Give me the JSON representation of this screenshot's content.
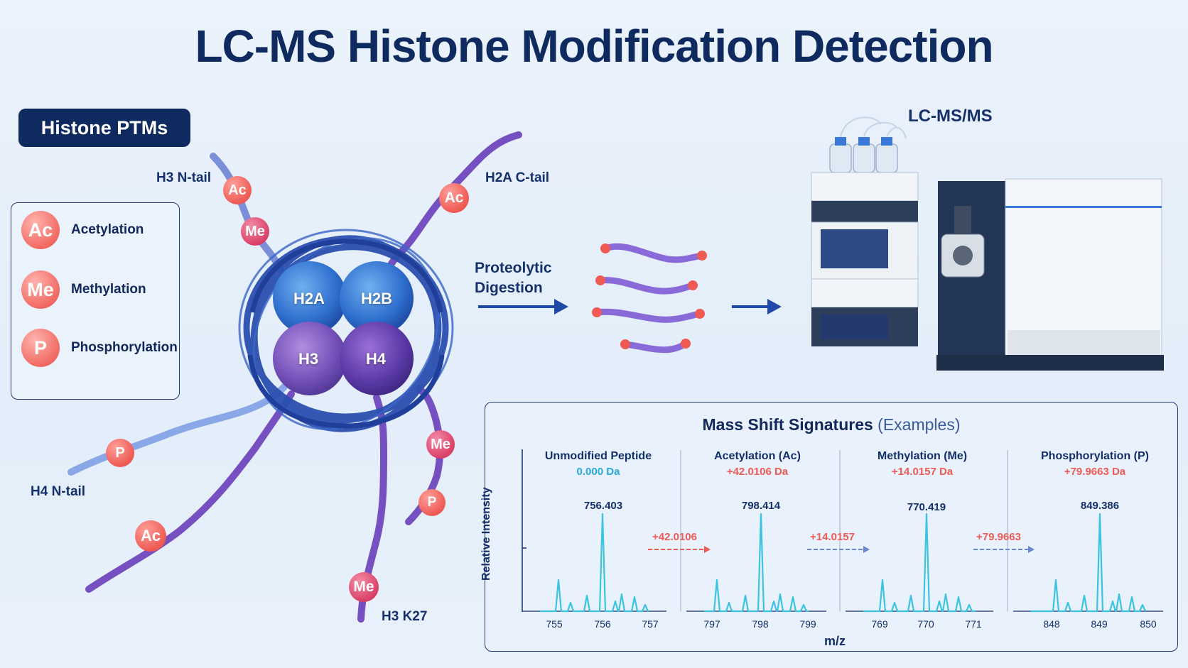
{
  "title": "LC-MS Histone Modification Detection",
  "ptm_badge": "Histone PTMs",
  "legend": [
    {
      "symbol": "Ac",
      "label": "Acetylation"
    },
    {
      "symbol": "Me",
      "label": "Methylation"
    },
    {
      "symbol": "P",
      "label": "Phosphorylation"
    }
  ],
  "nucleosome": {
    "histones": [
      "H2A",
      "H2B",
      "H3",
      "H4"
    ],
    "tails": {
      "h3_n": "H3 N-tail",
      "h2a_c": "H2A C-tail",
      "h4_n": "H4 N-tail",
      "h3_k27": "H3 K27"
    },
    "marks": [
      "Ac",
      "Me",
      "Ac",
      "P",
      "Ac",
      "Me",
      "P",
      "Me"
    ]
  },
  "digestion": {
    "line1": "Proteolytic",
    "line2": "Digestion"
  },
  "instrument": {
    "label": "LC-MS/MS"
  },
  "mass_shift_panel": {
    "title": "Mass Shift Signatures",
    "subtitle": "(Examples)",
    "y_axis": "Relative Intensity",
    "x_axis": "m/z",
    "spectra": [
      {
        "name": "Unmodified Peptide",
        "shift": "0.000 Da",
        "peak": "756.403",
        "ticks": [
          "755",
          "756",
          "757"
        ]
      },
      {
        "name": "Acetylation (Ac)",
        "shift": "+42.0106 Da",
        "peak": "798.414",
        "ticks": [
          "797",
          "798",
          "799"
        ]
      },
      {
        "name": "Methylation (Me)",
        "shift": "+14.0157 Da",
        "peak": "770.419",
        "ticks": [
          "769",
          "770",
          "771"
        ]
      },
      {
        "name": "Phosphorylation (P)",
        "shift": "+79.9663 Da",
        "peak": "849.386",
        "ticks": [
          "848",
          "849",
          "850"
        ]
      }
    ],
    "arrows": [
      "+42.0106",
      "+14.0157",
      "+79.9663"
    ]
  },
  "colors": {
    "navy": "#0f2a5e",
    "ptm_red": "#ef5a54",
    "spectrum": "#3cc3df",
    "zero_shift": "#2aa8d8"
  }
}
